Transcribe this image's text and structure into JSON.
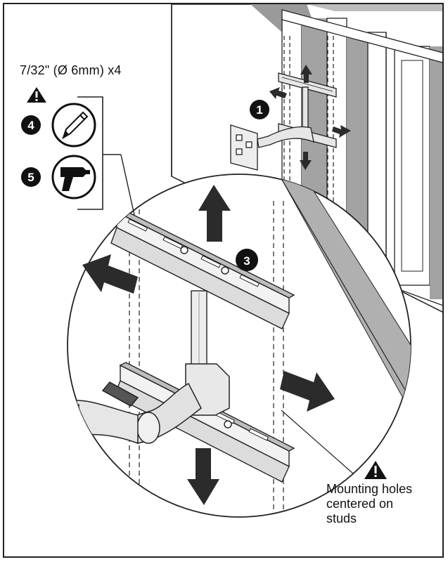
{
  "spec": {
    "drill_size": "7/32\" (Ø 6mm) x4"
  },
  "steps": [
    {
      "number": "1",
      "icon": "mount-assembly-icon"
    },
    {
      "number": "3",
      "icon": "wall-plate-icon"
    },
    {
      "number": "4",
      "icon": "pencil-icon"
    },
    {
      "number": "5",
      "icon": "drill-icon"
    }
  ],
  "note": {
    "lines": [
      "Mounting holes",
      "centered on",
      "studs"
    ],
    "icon": "warning-icon"
  },
  "colors": {
    "line": "#222222",
    "gray": "#9a9a9a",
    "dark": "#2b2b2b",
    "light": "#d9d9d9"
  }
}
